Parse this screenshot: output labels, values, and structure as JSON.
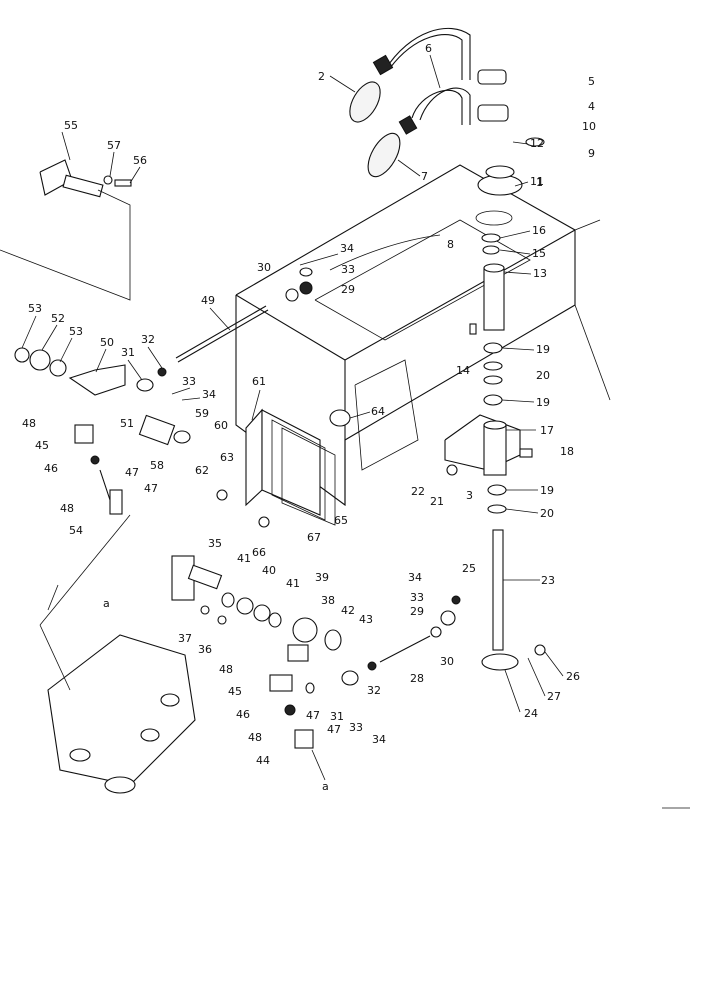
{
  "callouts": [
    {
      "label": "1"
    },
    {
      "label": "2"
    },
    {
      "label": "3"
    },
    {
      "label": "4"
    },
    {
      "label": "5"
    },
    {
      "label": "6"
    },
    {
      "label": "7"
    },
    {
      "label": "8"
    },
    {
      "label": "9"
    },
    {
      "label": "10"
    },
    {
      "label": "11"
    },
    {
      "label": "12"
    },
    {
      "label": "13"
    },
    {
      "label": "14"
    },
    {
      "label": "15"
    },
    {
      "label": "16"
    },
    {
      "label": "17"
    },
    {
      "label": "18"
    },
    {
      "label": "19"
    },
    {
      "label": "19"
    },
    {
      "label": "19"
    },
    {
      "label": "20"
    },
    {
      "label": "20"
    },
    {
      "label": "21"
    },
    {
      "label": "22"
    },
    {
      "label": "23"
    },
    {
      "label": "24"
    },
    {
      "label": "25"
    },
    {
      "label": "26"
    },
    {
      "label": "27"
    },
    {
      "label": "28"
    },
    {
      "label": "29"
    },
    {
      "label": "29"
    },
    {
      "label": "30"
    },
    {
      "label": "30"
    },
    {
      "label": "31"
    },
    {
      "label": "31"
    },
    {
      "label": "32"
    },
    {
      "label": "32"
    },
    {
      "label": "33"
    },
    {
      "label": "33"
    },
    {
      "label": "33"
    },
    {
      "label": "33"
    },
    {
      "label": "34"
    },
    {
      "label": "34"
    },
    {
      "label": "34"
    },
    {
      "label": "34"
    },
    {
      "label": "35"
    },
    {
      "label": "36"
    },
    {
      "label": "37"
    },
    {
      "label": "38"
    },
    {
      "label": "39"
    },
    {
      "label": "40"
    },
    {
      "label": "41"
    },
    {
      "label": "41"
    },
    {
      "label": "42"
    },
    {
      "label": "43"
    },
    {
      "label": "44"
    },
    {
      "label": "45"
    },
    {
      "label": "45"
    },
    {
      "label": "46"
    },
    {
      "label": "46"
    },
    {
      "label": "47"
    },
    {
      "label": "47"
    },
    {
      "label": "47"
    },
    {
      "label": "47"
    },
    {
      "label": "48"
    },
    {
      "label": "48"
    },
    {
      "label": "48"
    },
    {
      "label": "48"
    },
    {
      "label": "49"
    },
    {
      "label": "50"
    },
    {
      "label": "51"
    },
    {
      "label": "52"
    },
    {
      "label": "53"
    },
    {
      "label": "53"
    },
    {
      "label": "54"
    },
    {
      "label": "55"
    },
    {
      "label": "56"
    },
    {
      "label": "57"
    },
    {
      "label": "58"
    },
    {
      "label": "59"
    },
    {
      "label": "60"
    },
    {
      "label": "61"
    },
    {
      "label": "62"
    },
    {
      "label": "63"
    },
    {
      "label": "64"
    },
    {
      "label": "65"
    },
    {
      "label": "66"
    },
    {
      "label": "67"
    },
    {
      "label": "a"
    },
    {
      "label": "a"
    }
  ]
}
